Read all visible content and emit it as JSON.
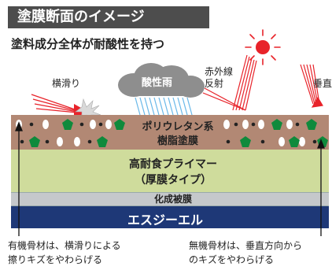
{
  "header": {
    "title": "塗膜断面のイメージ",
    "subtitle": "塗料成分全体が耐酸性を持つ"
  },
  "top_labels": {
    "side_slip": "横滑り",
    "acid_rain": "酸性雨",
    "infrared_line1": "赤外線",
    "infrared_line2": "反射",
    "vertical": "垂直"
  },
  "layers": {
    "polyurethane_line1": "ポリウレタン系",
    "polyurethane_line2": "樹脂塗膜",
    "primer_line1": "高耐食プライマー",
    "primer_line2": "（厚膜タイプ）",
    "chemical": "化成被膜",
    "base": "エスジーエル"
  },
  "notes": {
    "left_line1": "有機骨材は、横滑りによる",
    "left_line2": "擦りキズをやわらげる",
    "right_line1": "無機骨材は、垂直方向から",
    "right_line2": "のキズをやわらげる"
  },
  "colors": {
    "title_bg": "#4d4d4d",
    "polyurethane": "#b28874",
    "primer": "#cfdc9c",
    "chemical": "#c5c8cb",
    "base": "#1e3877",
    "sun": "#e8232a",
    "aggregate_green": "#0f8a3c",
    "rain": "#69b8e8"
  }
}
